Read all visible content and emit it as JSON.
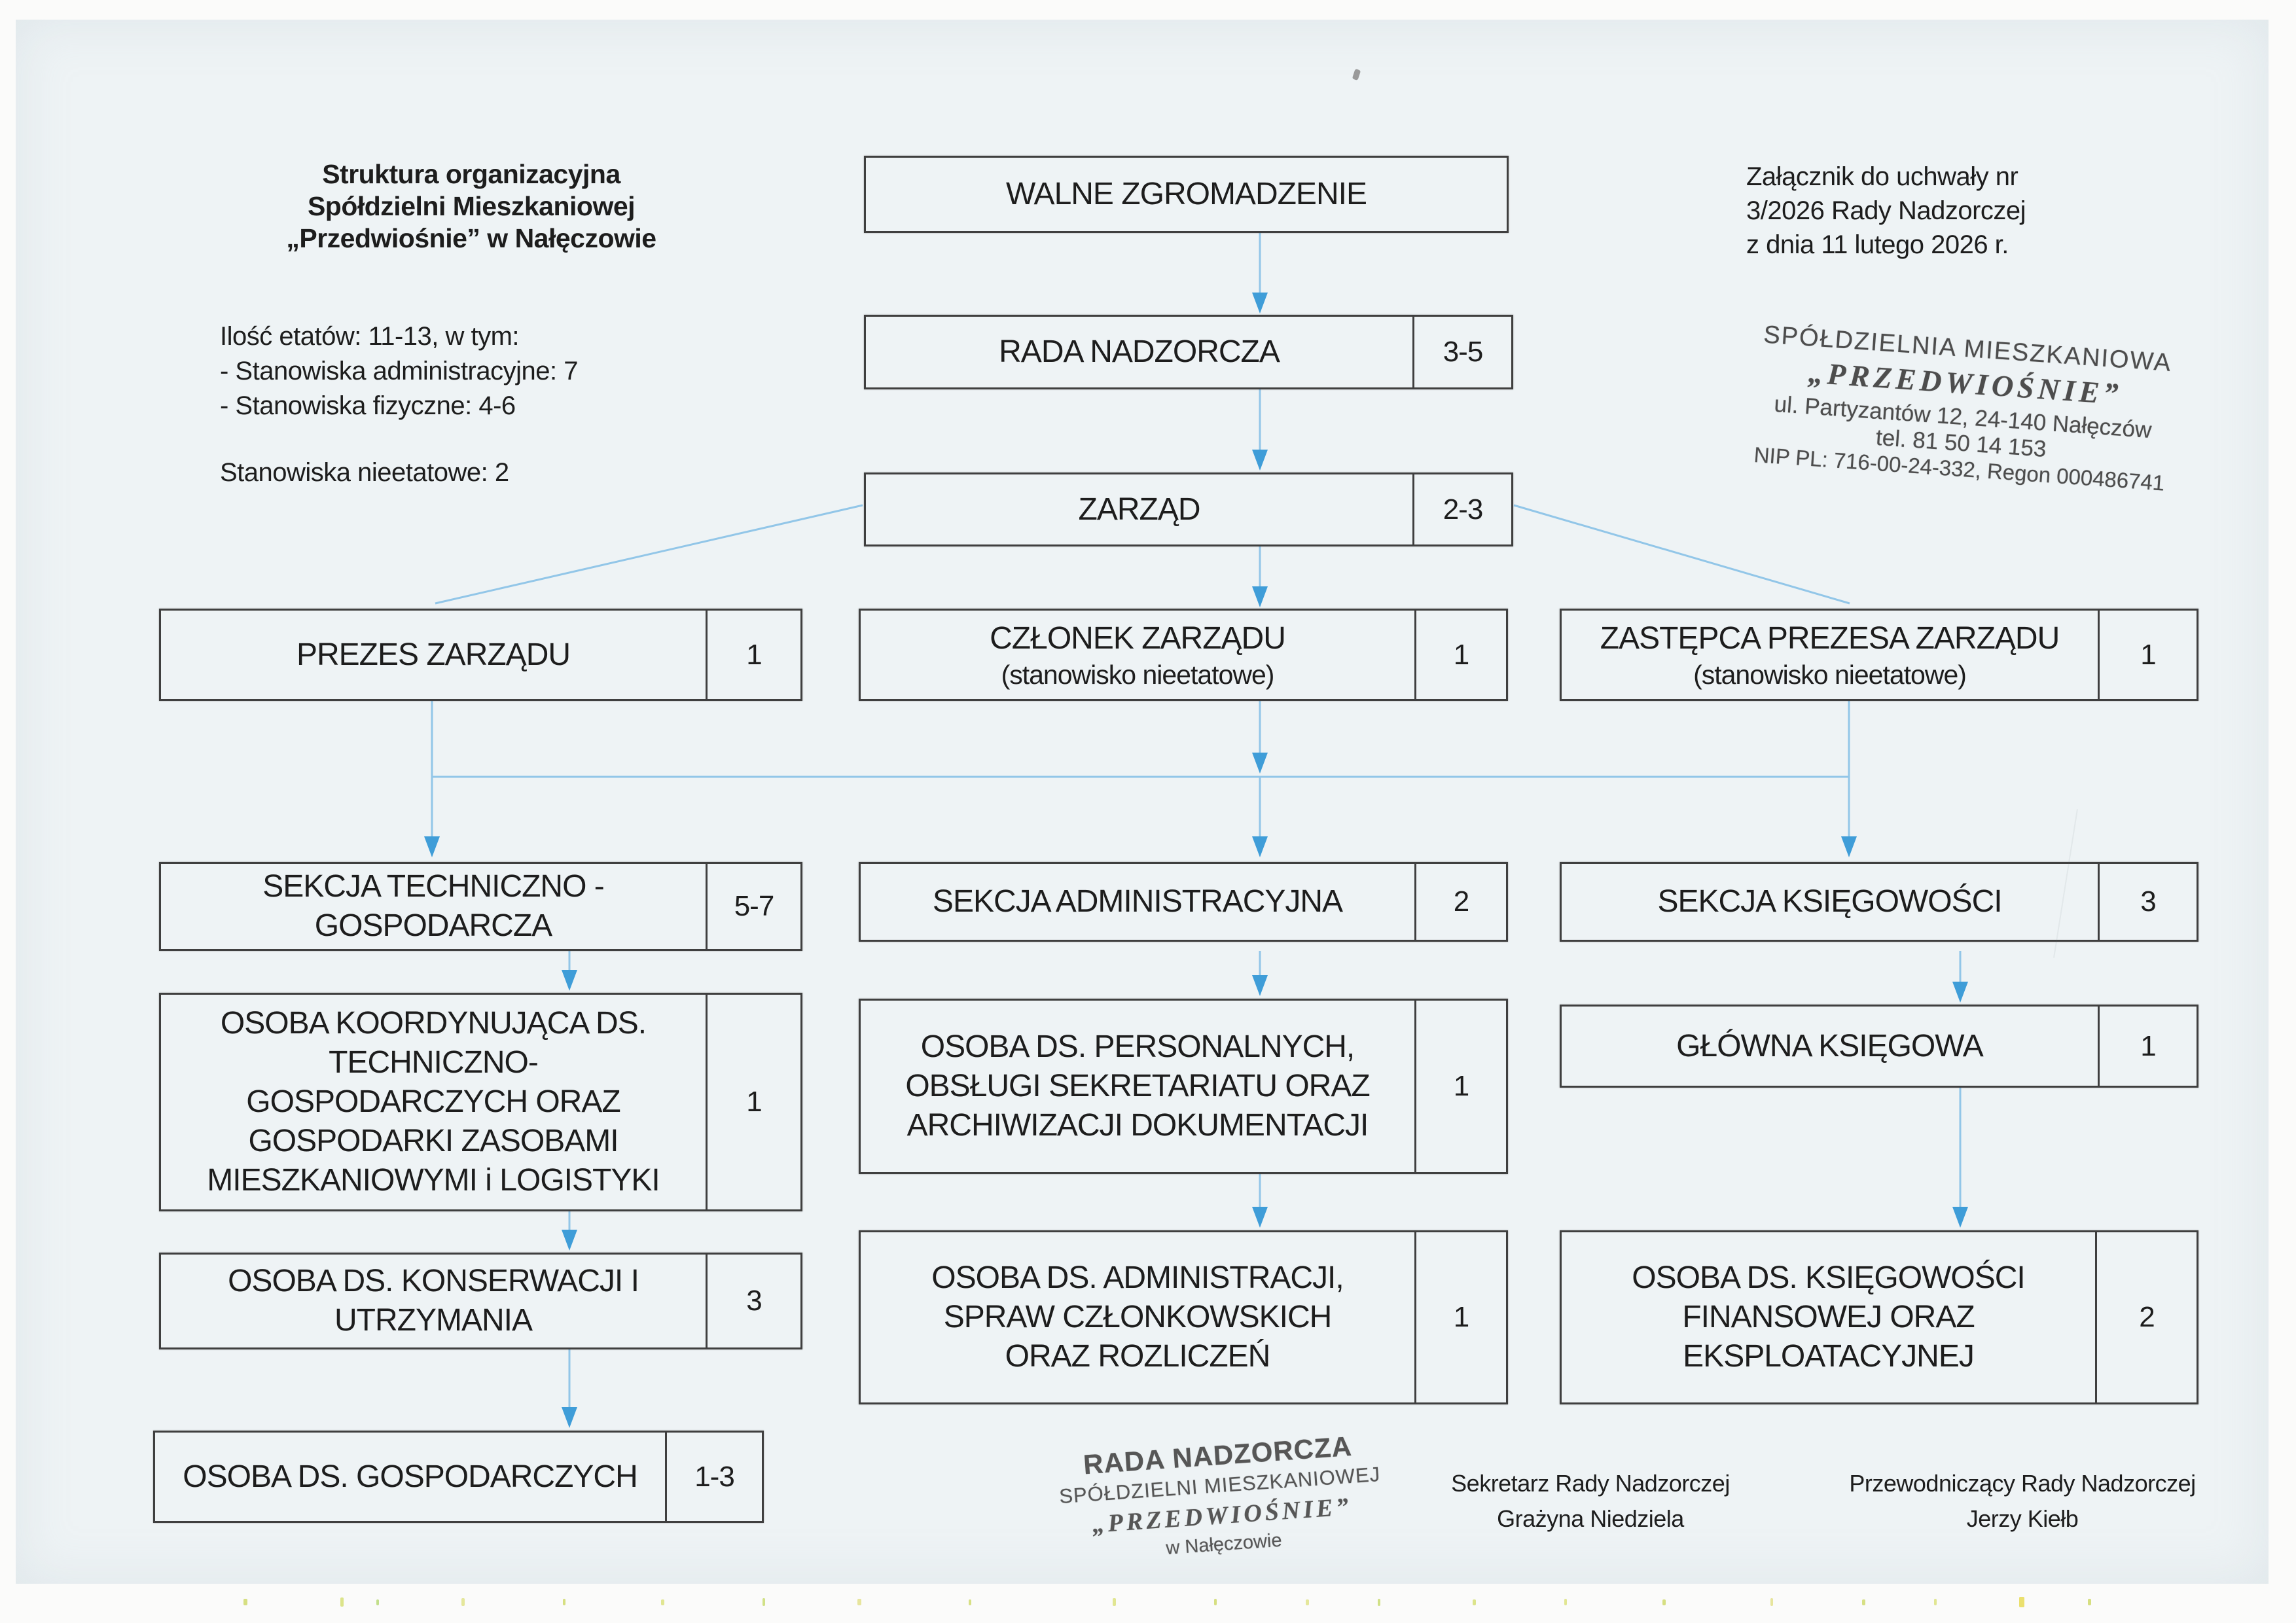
{
  "header": {
    "title": "Struktura organizacyjna\nSpółdzielni Mieszkaniowej\n„Przedwiośnie” w Nałęczowie",
    "staffing": "Ilość etatów: 11-13, w tym:\n- Stanowiska administracyjne: 7\n- Stanowiska fizyczne: 4-6",
    "staffing_extra": "Stanowiska nieetatowe: 2",
    "attachment": "Załącznik do uchwały nr\n3/2026 Rady Nadzorczej\nz dnia 11 lutego 2026 r."
  },
  "nodes": [
    {
      "id": "walne-zgromadzenie",
      "label": "WALNE ZGROMADZENIE",
      "count": ""
    },
    {
      "id": "rada-nadzorcza",
      "label": "RADA NADZORCZA",
      "count": "3-5"
    },
    {
      "id": "zarzad",
      "label": "ZARZĄD",
      "count": "2-3"
    },
    {
      "id": "prezes-zarzadu",
      "label": "PREZES ZARZĄDU",
      "count": "1"
    },
    {
      "id": "czlonek-zarzadu",
      "label": "CZŁONEK ZARZĄDU",
      "sublabel": "(stanowisko nieetatowe)",
      "count": "1"
    },
    {
      "id": "zastepca-prezesa-zarzadu",
      "label": "ZASTĘPCA PREZESA ZARZĄDU",
      "sublabel": "(stanowisko nieetatowe)",
      "count": "1"
    },
    {
      "id": "sekcja-techniczno-gospodarcza",
      "label": "SEKCJA TECHNICZNO -\nGOSPODARCZA",
      "count": "5-7"
    },
    {
      "id": "sekcja-administracyjna",
      "label": "SEKCJA ADMINISTRACYJNA",
      "count": "2"
    },
    {
      "id": "sekcja-ksiegowosci",
      "label": "SEKCJA KSIĘGOWOŚCI",
      "count": "3"
    },
    {
      "id": "osoba-koordynujaca",
      "label": "OSOBA KOORDYNUJĄCA DS.\nTECHNICZNO-\nGOSPODARCZYCH ORAZ\nGOSPODARKI ZASOBAMI\nMIESZKANIOWYMI i LOGISTYKI",
      "count": "1"
    },
    {
      "id": "osoba-ds-personalnych",
      "label": "OSOBA DS. PERSONALNYCH,\nOBSŁUGI SEKRETARIATU ORAZ\nARCHIWIZACJI DOKUMENTACJI",
      "count": "1"
    },
    {
      "id": "glowna-ksiegowa",
      "label": "GŁÓWNA KSIĘGOWA",
      "count": "1"
    },
    {
      "id": "osoba-ds-konserwacji",
      "label": "OSOBA DS. KONSERWACJI I\nUTRZYMANIA",
      "count": "3"
    },
    {
      "id": "osoba-ds-administracji",
      "label": "OSOBA DS. ADMINISTRACJI,\nSPRAW CZŁONKOWSKICH\nORAZ ROZLICZEŃ",
      "count": "1"
    },
    {
      "id": "osoba-ds-ksiegowosci-finansowej",
      "label": "OSOBA DS. KSIĘGOWOŚCI\nFINANSOWEJ ORAZ\nEKSPLOATACYJNEJ",
      "count": "2"
    },
    {
      "id": "osoba-ds-gospodarczych",
      "label": "OSOBA DS. GOSPODARCZYCH",
      "count": "1-3"
    }
  ],
  "stamps": {
    "top": {
      "line1": "SPÓŁDZIELNIA MIESZKANIOWA",
      "line2": "„PRZEDWIOŚNIE”",
      "line3": "ul. Partyzantów 12, 24-140 Nałęczów",
      "line4": "tel. 81 50 14 153",
      "line5": "NIP PL: 716-00-24-332, Regon 000486741"
    },
    "bottom": {
      "line1": "RADA NADZORCZA",
      "line2": "SPÓŁDZIELNI MIESZKANIOWEJ",
      "line3": "„PRZEDWIOŚNIE”",
      "line4": "w Nałęczowie"
    }
  },
  "signatures": {
    "secretary": {
      "role": "Sekretarz Rady Nadzorczej",
      "name": "Grażyna Niedziela"
    },
    "chairman": {
      "role": "Przewodniczący Rady Nadzorczej",
      "name": "Jerzy Kiełb"
    }
  },
  "colors": {
    "paper": "#eef3f5",
    "box_border": "#3f3f3f",
    "ink": "#1d1d1d",
    "stamp_ink": "#4d4d4d",
    "connector_line": "#92c6e8",
    "connector_arrow": "#3f9dd8"
  }
}
